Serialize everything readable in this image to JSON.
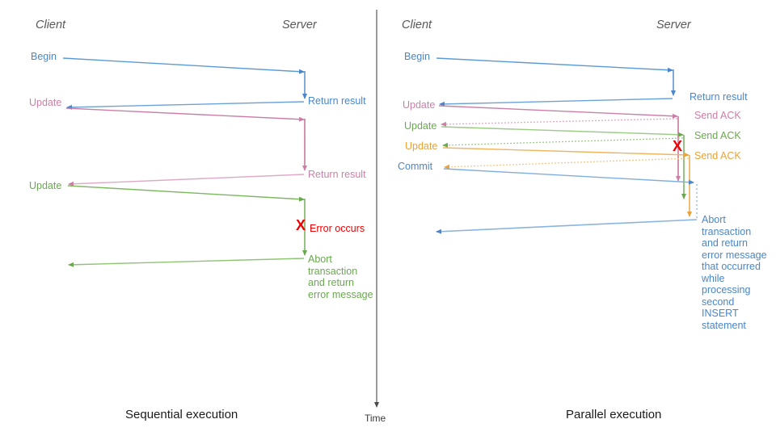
{
  "colors": {
    "blue": "#4a86c8",
    "blue_light": "#8ab4e0",
    "pink": "#cb7fa7",
    "pink_light": "#ddaac6",
    "green": "#6aa84f",
    "green_light": "#9ccb86",
    "orange": "#e8a33d",
    "orange_light": "#f4c887",
    "red": "#ee0000",
    "gray": "#58585a",
    "divider": "#3b3b3b"
  },
  "time_axis": {
    "label": "Time"
  },
  "left_panel": {
    "caption": "Sequential execution",
    "actors": {
      "client": "Client",
      "server": "Server"
    },
    "messages": [
      {
        "id": "begin",
        "label": "Begin",
        "color": "blue",
        "side": "client"
      },
      {
        "id": "return1",
        "label": "Return result",
        "color": "blue",
        "side": "server"
      },
      {
        "id": "update1",
        "label": "Update",
        "color": "pink",
        "side": "client"
      },
      {
        "id": "return2",
        "label": "Return result",
        "color": "pink",
        "side": "server"
      },
      {
        "id": "update2",
        "label": "Update",
        "color": "green",
        "side": "client"
      },
      {
        "id": "error",
        "label": "Error occurs",
        "color": "red",
        "side": "server"
      },
      {
        "id": "abort",
        "label": "Abort\ntransaction\nand return\nerror message",
        "color": "green",
        "side": "server"
      }
    ],
    "error_marker": "X"
  },
  "right_panel": {
    "caption": "Parallel execution",
    "actors": {
      "client": "Client",
      "server": "Server"
    },
    "messages": [
      {
        "id": "begin",
        "label": "Begin",
        "color": "blue",
        "side": "client"
      },
      {
        "id": "return1",
        "label": "Return result",
        "color": "blue",
        "side": "server"
      },
      {
        "id": "update1",
        "label": "Update",
        "color": "pink",
        "side": "client"
      },
      {
        "id": "ack1",
        "label": "Send ACK",
        "color": "pink",
        "side": "server"
      },
      {
        "id": "update2",
        "label": "Update",
        "color": "green",
        "side": "client"
      },
      {
        "id": "ack2",
        "label": "Send ACK",
        "color": "green",
        "side": "server"
      },
      {
        "id": "update3",
        "label": "Update",
        "color": "orange",
        "side": "client"
      },
      {
        "id": "ack3",
        "label": "Send ACK",
        "color": "orange",
        "side": "server"
      },
      {
        "id": "commit",
        "label": "Commit",
        "color": "blue",
        "side": "client"
      },
      {
        "id": "abort",
        "label": "Abort\ntransaction\nand return\nerror message\nthat occurred\nwhile\nprocessing\nsecond\nINSERT\nstatement",
        "color": "blue",
        "side": "server"
      }
    ],
    "error_marker": "X"
  }
}
